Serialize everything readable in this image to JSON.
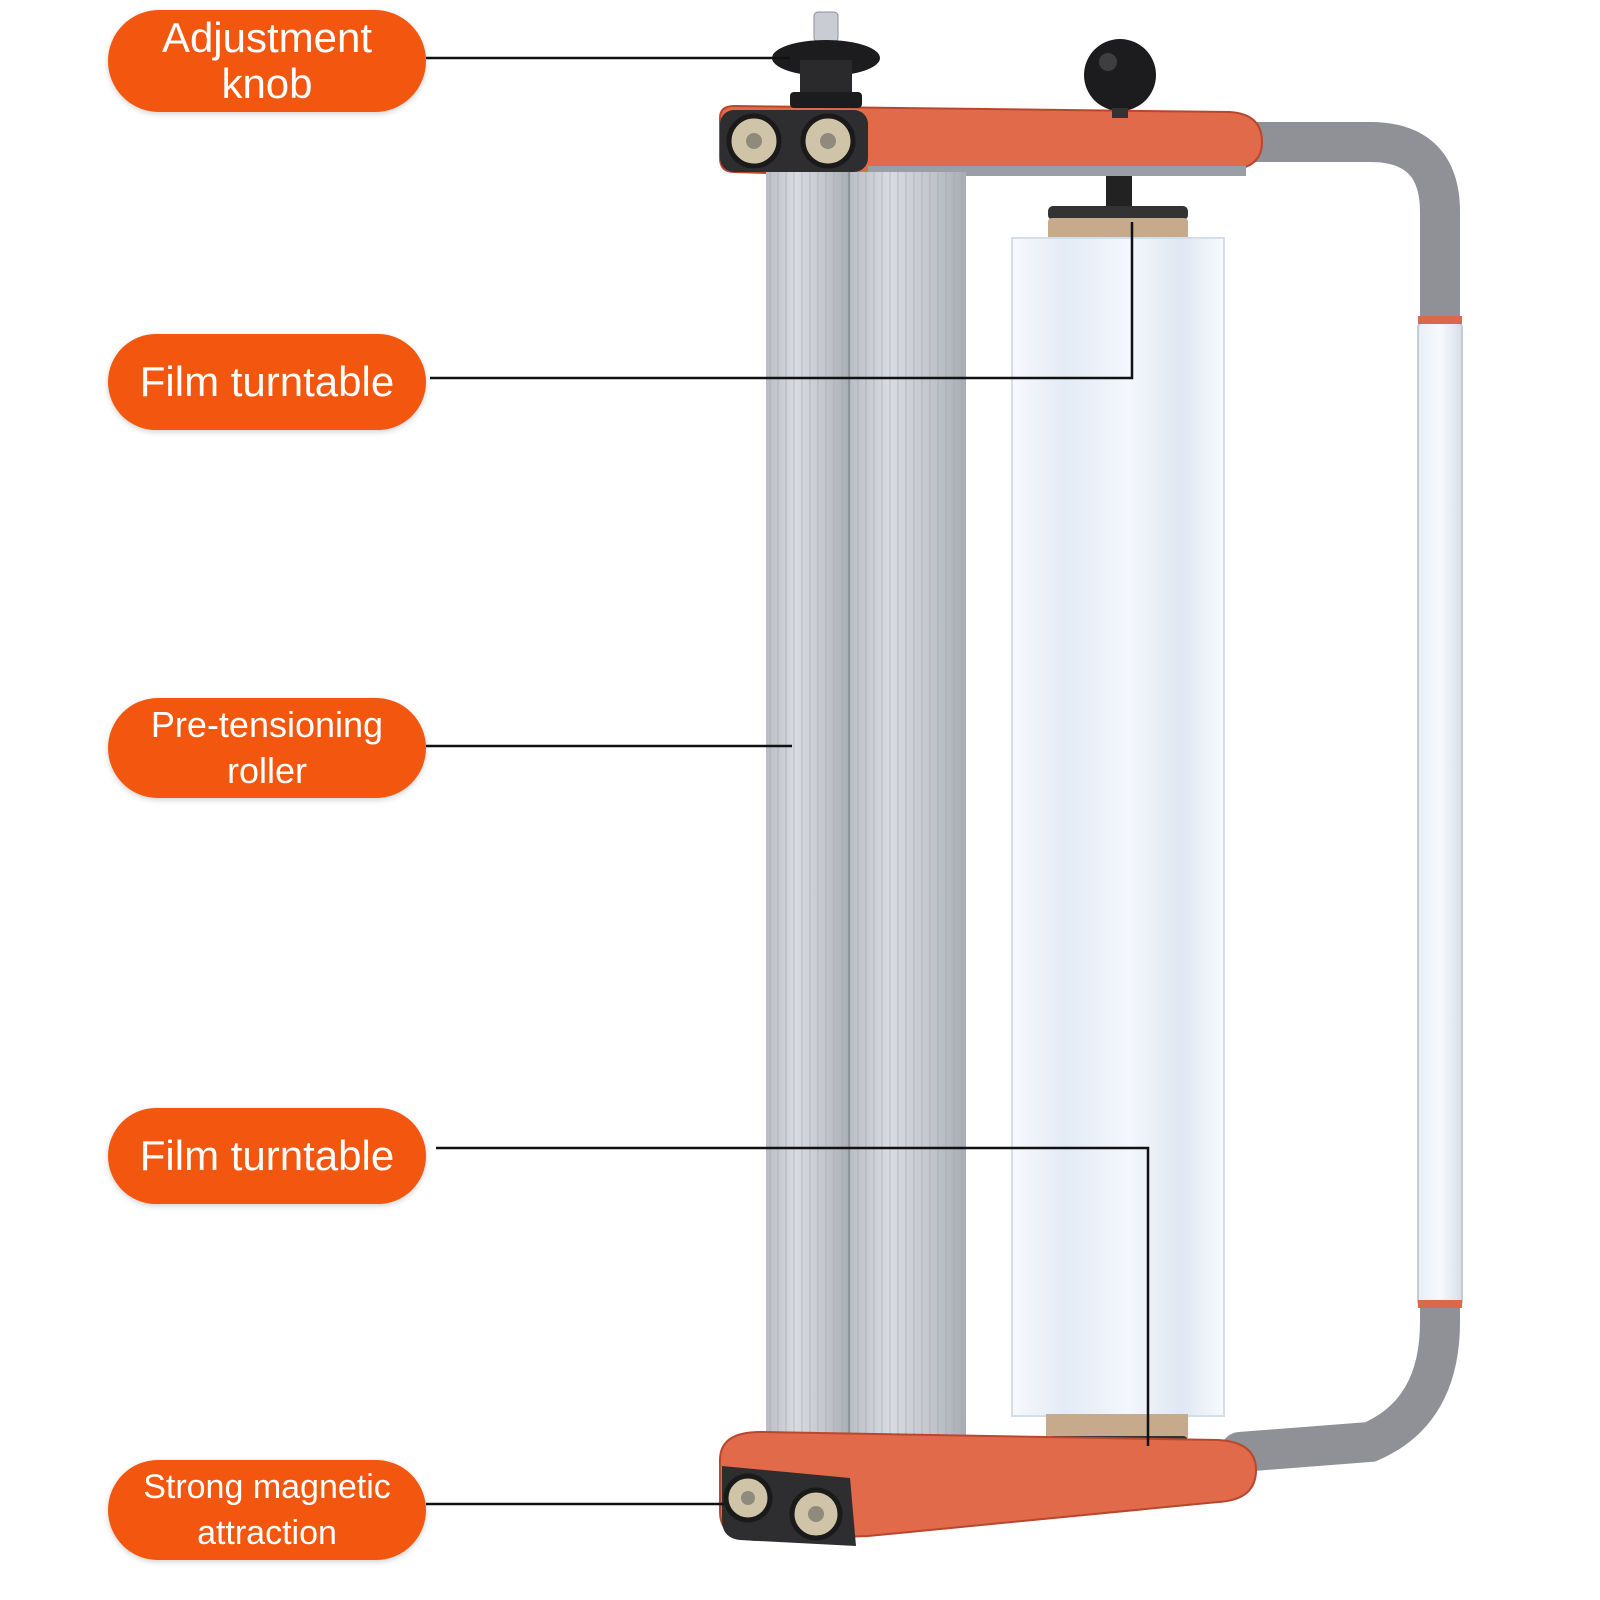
{
  "callouts": [
    {
      "id": "adjustment-knob",
      "lines": [
        "Adjustment",
        "knob"
      ]
    },
    {
      "id": "film-turntable-top",
      "lines": [
        "Film turntable"
      ]
    },
    {
      "id": "pre-tensioning-roller",
      "lines": [
        "Pre-tensioning",
        "roller"
      ]
    },
    {
      "id": "film-turntable-bottom",
      "lines": [
        "Film turntable"
      ]
    },
    {
      "id": "strong-magnetic-attraction",
      "lines": [
        "Strong magnetic",
        "attraction"
      ]
    }
  ],
  "colors": {
    "label_bg": "#f2560f",
    "label_text": "#ffffff",
    "frame_orange": "#e06a4a",
    "handle_gray": "#8a8c90",
    "roller_gray": "#c9cbd1",
    "film_white": "#eef3fa"
  }
}
